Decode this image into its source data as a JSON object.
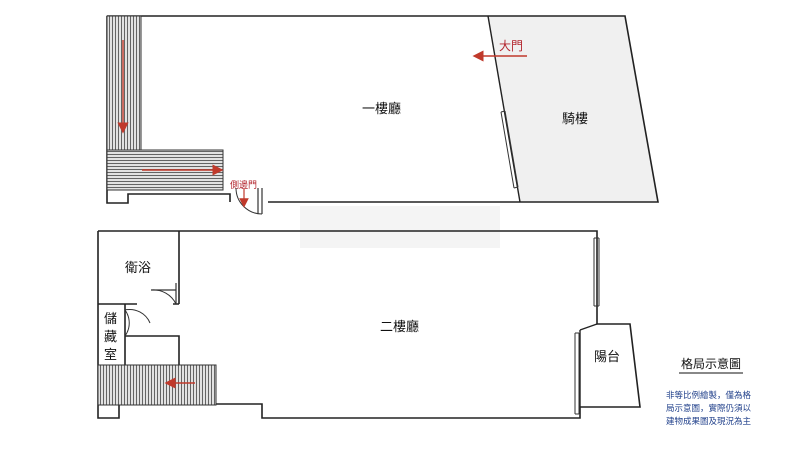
{
  "floor1": {
    "hall_label": "一樓廳",
    "arcade_label": "騎樓",
    "main_door_label": "大門",
    "side_door_label": "側邊門"
  },
  "floor2": {
    "hall_label": "二樓廳",
    "bathroom_label": "衛浴",
    "storage_label_chars": [
      "儲",
      "藏",
      "室"
    ],
    "balcony_label": "陽台"
  },
  "legend": {
    "title": "格局示意圖",
    "note_lines": [
      "非等比例繪製，僅為格",
      "局示意圖，實際仍須以",
      "建物成果圖及現況為主"
    ]
  },
  "colors": {
    "wall": "#222222",
    "arrow": "#c0392b",
    "arcade_fill": "#f0f0f0",
    "stair_fill": "#d9d9d9",
    "note_text": "#1f3f8a"
  }
}
